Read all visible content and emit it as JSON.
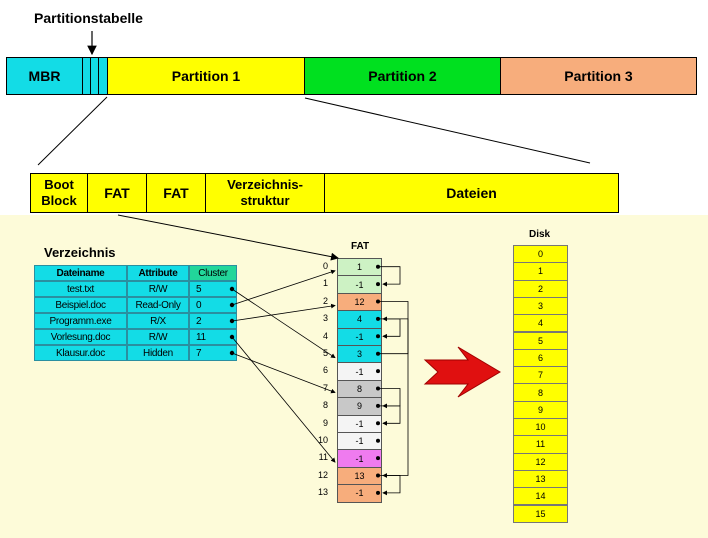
{
  "partition_table_label": "Partitionstabelle",
  "disk_layout": {
    "mbr": "MBR",
    "partitions": [
      "Partition 1",
      "Partition 2",
      "Partition 3"
    ]
  },
  "partition_layout": {
    "boot_block": [
      "Boot",
      "Block"
    ],
    "fat1": "FAT",
    "fat2": "FAT",
    "directory": [
      "Verzeichnis-",
      "struktur"
    ],
    "files": "Dateien"
  },
  "directory": {
    "title": "Verzeichnis",
    "headers": [
      "Dateiname",
      "Attribute",
      "Cluster"
    ],
    "rows": [
      {
        "name": "test.txt",
        "attr": "R/W",
        "cluster": "5"
      },
      {
        "name": "Beispiel.doc",
        "attr": "Read-Only",
        "cluster": "0"
      },
      {
        "name": "Programm.exe",
        "attr": "R/X",
        "cluster": "2"
      },
      {
        "name": "Vorlesung.doc",
        "attr": "R/W",
        "cluster": "11"
      },
      {
        "name": "Klausur.doc",
        "attr": "Hidden",
        "cluster": "7"
      }
    ]
  },
  "fat": {
    "title": "FAT",
    "indices": [
      "0",
      "1",
      "2",
      "3",
      "4",
      "5",
      "6",
      "7",
      "8",
      "9",
      "10",
      "11",
      "12",
      "13"
    ],
    "entries": [
      "1",
      "-1",
      "12",
      "4",
      "-1",
      "3",
      "-1",
      "8",
      "9",
      "-1",
      "-1",
      "-1",
      "13",
      "-1"
    ]
  },
  "disk": {
    "title": "Disk",
    "blocks": [
      "0",
      "1",
      "2",
      "3",
      "4",
      "5",
      "6",
      "7",
      "8",
      "9",
      "10",
      "11",
      "12",
      "13",
      "14",
      "15"
    ]
  },
  "colors": {
    "mbr": "#13dce6",
    "partition1": "#ffff00",
    "partition2": "#00e01f",
    "partition3": "#f7ad7c",
    "fat_green": "#cdf2c4",
    "fat_orange": "#f7ad7c",
    "fat_cyan": "#13dce6",
    "fat_white": "#f4f4f4",
    "fat_gray": "#c8c8c8",
    "fat_pink": "#ef7bef",
    "arrow_red": "#e01010"
  }
}
